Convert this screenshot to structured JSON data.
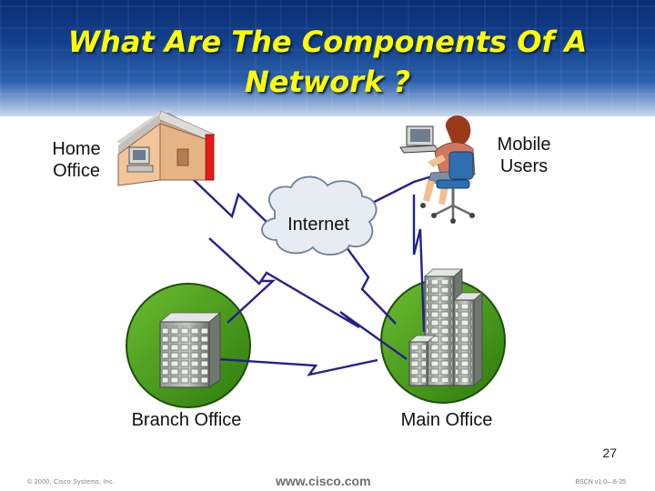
{
  "slide": {
    "title": "What Are The Components Of A Network ?",
    "page_number": "27"
  },
  "nodes": {
    "home": "Home\nOffice",
    "mobile": "Mobile\nUsers",
    "internet": "Internet",
    "branch": "Branch Office",
    "main": "Main Office"
  },
  "footer": {
    "copyright": "© 2000, Cisco Systems, Inc.",
    "website": "www.cisco.com",
    "course_code": "BSCN v1.0—6-25"
  },
  "colors": {
    "title": "#ffff00",
    "header": "#123f8c",
    "link_line": "#25208c",
    "office_circle": "#3f9a12",
    "cloud": "#e6ecf2"
  },
  "icons": [
    "house-icon",
    "laptop-icon",
    "cloud-icon",
    "building-icon"
  ]
}
